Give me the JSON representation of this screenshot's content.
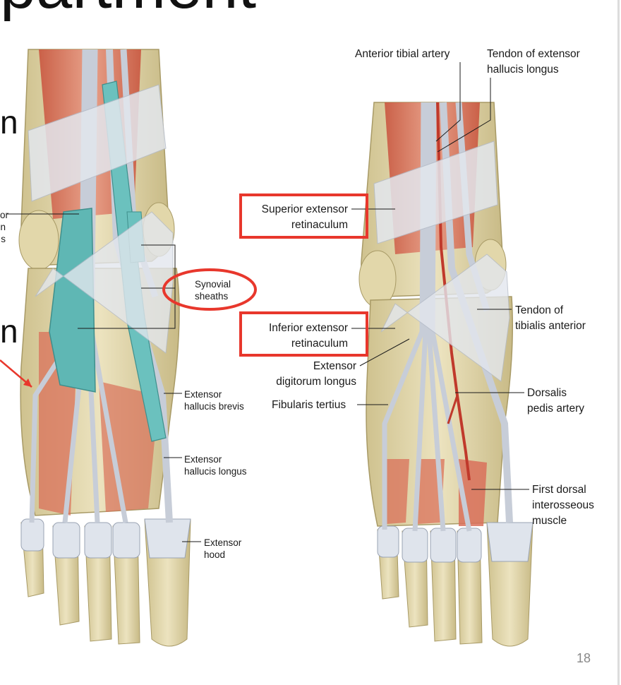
{
  "slide": {
    "title_fragment": "partment",
    "side_fragment_1": "n",
    "side_fragment_2": "n",
    "page_number": "18"
  },
  "left_figure": {
    "cut_label": [
      "or",
      "n",
      "s"
    ],
    "synovial_sheaths": [
      "Synovial",
      "sheaths"
    ],
    "ext_hallucis_brevis": [
      "Extensor",
      "hallucis brevis"
    ],
    "ext_hallucis_longus": [
      "Extensor",
      "hallucis longus"
    ],
    "ext_hood": [
      "Extensor",
      "hood"
    ]
  },
  "right_figure": {
    "anterior_tibial_artery": "Anterior tibial artery",
    "tendon_ehl": [
      "Tendon of extensor",
      "hallucis longus"
    ],
    "superior_retinaculum": [
      "Superior extensor",
      "retinaculum"
    ],
    "inferior_retinaculum": [
      "Inferior extensor",
      "retinaculum"
    ],
    "tendon_tibialis_anterior": [
      "Tendon of",
      "tibialis anterior"
    ],
    "ext_digitorum_longus": [
      "Extensor",
      "digitorum longus"
    ],
    "fibularis_tertius": "Fibularis tertius",
    "dorsalis_pedis": [
      "Dorsalis",
      "pedis artery"
    ],
    "first_dorsal_interosseous": [
      "First dorsal",
      "interosseous",
      "muscle"
    ]
  },
  "colors": {
    "highlight_red": "#e8372c",
    "bone": "#e6dcb4",
    "muscle": "#d9705a",
    "tendon": "#c7cdd8",
    "sheath": "#5fb7b4",
    "retinaculum": "#dde2ea",
    "artery": "#c0392b"
  }
}
